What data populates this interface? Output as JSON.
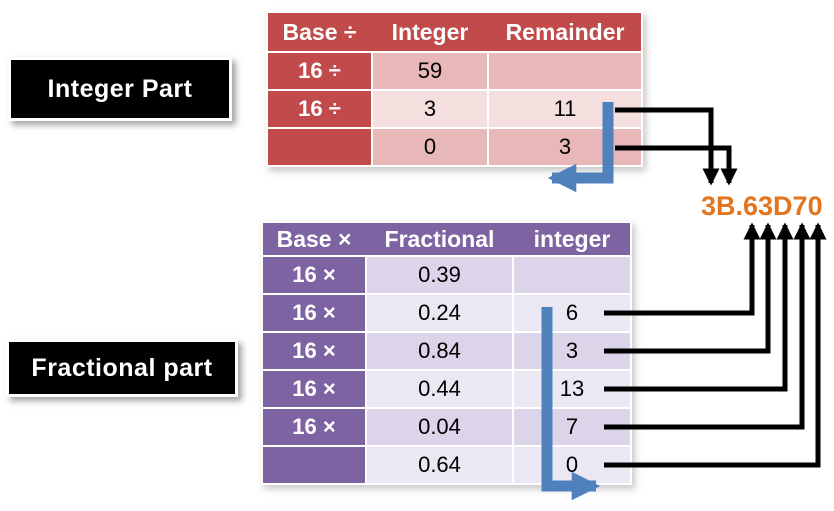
{
  "title_labels": {
    "integer_part": "Integer Part",
    "fractional_part": "Fractional part"
  },
  "result": {
    "value": "3B.63D70",
    "color": "#E2751D"
  },
  "integer_table": {
    "headers": [
      "Base ÷",
      "Integer",
      "Remainder"
    ],
    "rows": [
      {
        "base": "16 ÷",
        "integer": "59",
        "remainder": ""
      },
      {
        "base": "16 ÷",
        "integer": "3",
        "remainder": "11"
      },
      {
        "base": "",
        "integer": "0",
        "remainder": "3"
      }
    ],
    "colors": {
      "header_bg": "#C14A4B",
      "band_dark": "#E8B7B7",
      "band_light": "#F5DEDE",
      "header_text": "#FFFFFF",
      "cell_text": "#000000"
    }
  },
  "fractional_table": {
    "headers": [
      "Base ×",
      "Fractional",
      "integer"
    ],
    "rows": [
      {
        "base": "16 ×",
        "fractional": "0.39",
        "integer": ""
      },
      {
        "base": "16 ×",
        "fractional": "0.24",
        "integer": "6"
      },
      {
        "base": "16 ×",
        "fractional": "0.84",
        "integer": "3"
      },
      {
        "base": "16 ×",
        "fractional": "0.44",
        "integer": "13"
      },
      {
        "base": "16 ×",
        "fractional": "0.04",
        "integer": "7"
      },
      {
        "base": "",
        "fractional": "0.64",
        "integer": "0"
      }
    ],
    "colors": {
      "header_bg": "#7E63A3",
      "band_dark": "#DCD4E8",
      "band_light": "#ECE8F3",
      "header_text": "#FFFFFF",
      "cell_text": "#000000"
    }
  },
  "arrow_colors": {
    "black": "#000000",
    "blue": "#4F81BD"
  }
}
